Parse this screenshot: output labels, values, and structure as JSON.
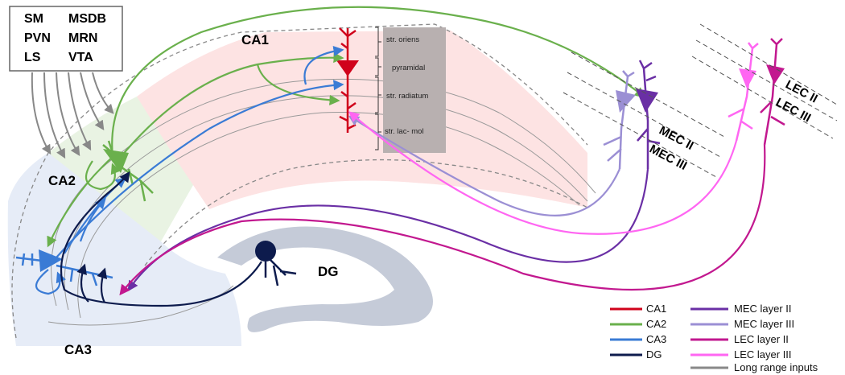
{
  "inputs_box": {
    "items": [
      "SM",
      "MSDB",
      "PVN",
      "MRN",
      "LS",
      "VTA"
    ]
  },
  "regions": {
    "ca1": "CA1",
    "ca2": "CA2",
    "ca3": "CA3",
    "dg": "DG"
  },
  "layers": [
    "str. oriens",
    "pyramidal",
    "str. radiatum",
    "str. lac- mol"
  ],
  "ec_labels": {
    "mec2": "MEC II",
    "mec3": "MEC III",
    "lec2": "LEC II",
    "lec3": "LEC III"
  },
  "legend": {
    "left": [
      {
        "label": "CA1",
        "color": "#d0021b"
      },
      {
        "label": "CA2",
        "color": "#6ab04c"
      },
      {
        "label": "CA3",
        "color": "#3a7bd5"
      },
      {
        "label": "DG",
        "color": "#0d1b4d"
      }
    ],
    "right": [
      {
        "label": "MEC layer II",
        "color": "#6a2fa5"
      },
      {
        "label": "MEC layer III",
        "color": "#9b8fd4"
      },
      {
        "label": "LEC layer II",
        "color": "#c2188f"
      },
      {
        "label": "LEC layer III",
        "color": "#ff66f2"
      },
      {
        "label": "Long range inputs",
        "color": "#888888"
      }
    ]
  },
  "colors": {
    "ca1": "#d0021b",
    "ca2": "#6ab04c",
    "ca3": "#3a7bd5",
    "dg": "#0d1b4d",
    "mec2": "#6a2fa5",
    "mec3": "#9b8fd4",
    "lec2": "#c2188f",
    "lec3": "#ff66f2",
    "long_range": "#888888",
    "ca1_fill": "#fde3e3",
    "ca2_fill": "#e9f3e3",
    "ca3_fill": "#e6ecf7",
    "dg_fill": "#c5cbd8",
    "layer_box": "#b8b0b0"
  }
}
